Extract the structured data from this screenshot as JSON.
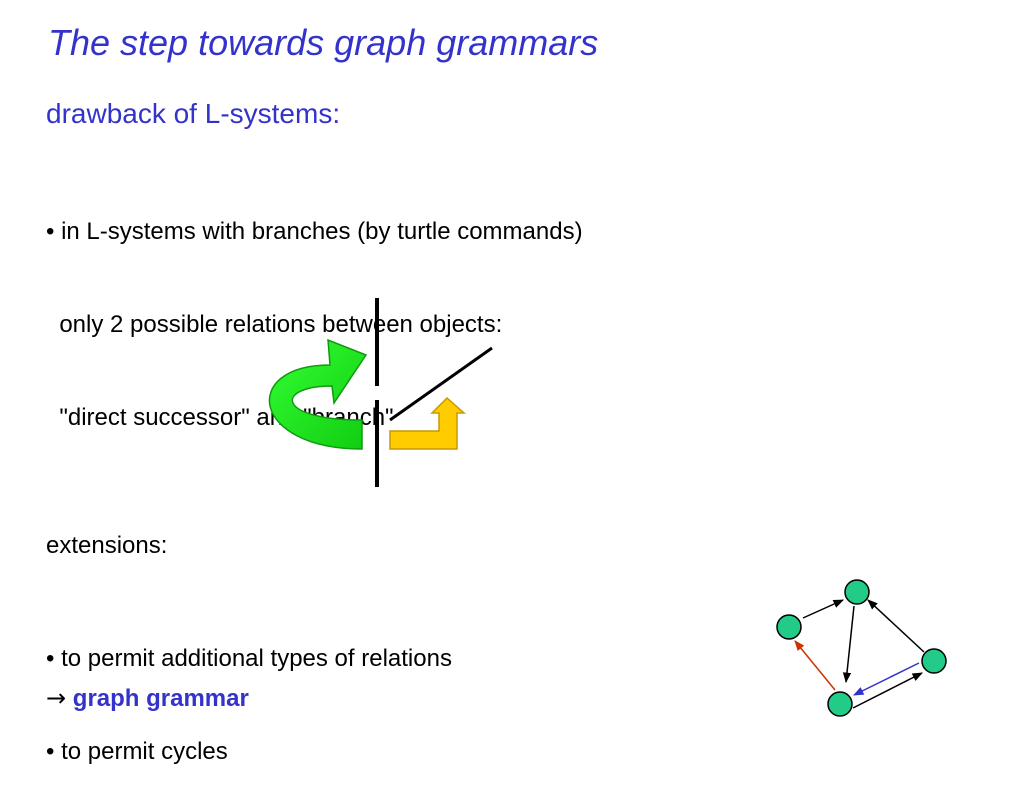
{
  "slide": {
    "title": "The step towards graph grammars",
    "subtitle": "drawback of L-systems:",
    "bullets1": [
      "• in L-systems with branches (by turtle commands)",
      "  only 2 possible relations between objects:",
      "  \"direct successor\" and \"branch\""
    ],
    "extensions_label": "extensions:",
    "bullets2": [
      "• to permit additional types of relations",
      "• to permit cycles"
    ],
    "conclusion": {
      "arrow": "→",
      "text": "graph grammar"
    }
  },
  "colors": {
    "heading": "#3333cc",
    "successor_arrow": "#22dd22",
    "branch_arrow": "#ffcc00",
    "graph_node": "#22cc88",
    "edge_black": "#000000",
    "edge_red": "#cc3300",
    "edge_blue": "#3333cc"
  },
  "icons": {
    "successor": "curved-green-arrow",
    "branch": "yellow-branch-arrow"
  }
}
